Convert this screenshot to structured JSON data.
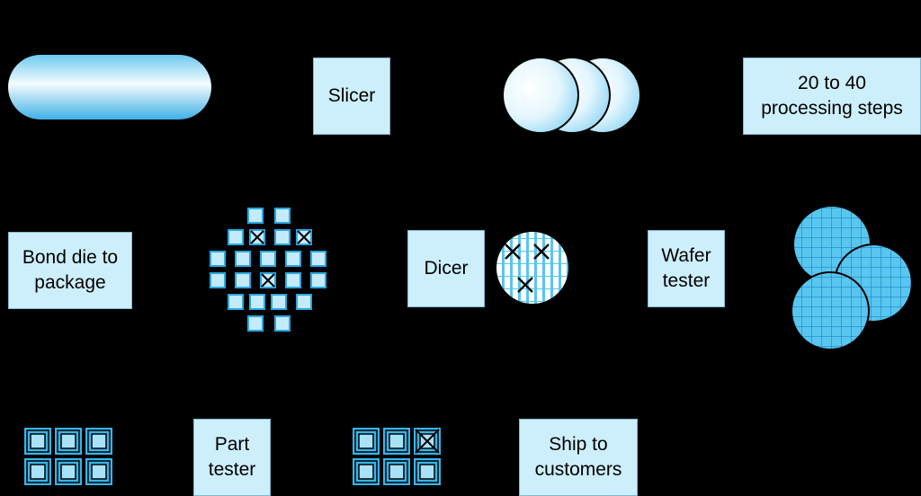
{
  "colors": {
    "background": "#000000",
    "box_fill": "#cdeefb",
    "box_border": "#7fb8d6",
    "die_fill": "#bfe9fb",
    "wafer_fill": "#58c6ee",
    "grid_line": "#1d86c9",
    "defect_mark": "#000000"
  },
  "steps": {
    "slicer": "Slicer",
    "processing": "20 to 40\nprocessing steps",
    "bond": "Bond die to\npackage",
    "dicer": "Dicer",
    "wafer_tester": "Wafer\ntester",
    "part_tester": "Part\ntester",
    "ship": "Ship to\ncustomers"
  },
  "icons": {
    "ingot": "silicon-ingot-icon",
    "blank_wafers": "blank-wafers-icon",
    "patterned_wafers": "patterned-wafers-icon",
    "tested_wafer": "tested-wafer-icon",
    "tested_dies": "tested-dies-icon",
    "packaged_dies": "packaged-dies-icon",
    "tested_packaged_dies": "tested-packaged-dies-icon"
  }
}
